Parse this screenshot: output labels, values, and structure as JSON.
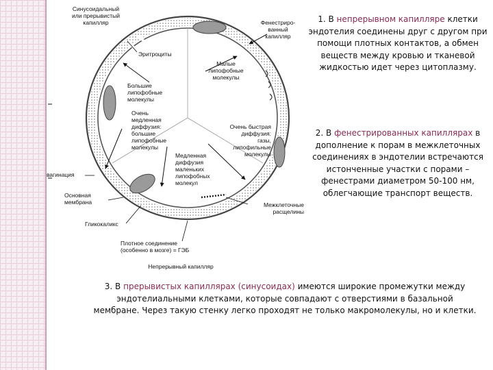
{
  "diagram": {
    "labels": {
      "sinusoidal": "Синусоидальный\nили прерывистый\nкапилляр",
      "fenestrated": "Фенестриро-\nванный\nкапилляр",
      "erythrocytes": "Эритроциты",
      "small_lipophobic": "Малые\nлипофобные\nмолекулы",
      "large_lipophobic": "Большие\nлипофобные\nмолекулы",
      "very_slow": "Очень\nмедленная\nдиффузия:\nбольшие\nлипофобные\nмолекулы",
      "very_fast": "Очень быстрая\nдиффузия:\nгазы,\nлипофильные\nмолекулы",
      "slow": "Медленная\nдиффузия\nмаленьких\nлипофобных\nмолекул",
      "invagination": "вагинация",
      "basement": "Основная\nмембрана",
      "glycocalyx": "Гликокаликс",
      "intercellular": "Межклеточные\nрасщелины",
      "tight_junction": "Плотное соединение\n(особенно в мозге) = ГЭБ",
      "continuous": "Непрерывный капилляр"
    }
  },
  "text": {
    "p1": {
      "prefix": "1. В ",
      "highlight": "непрерывном капилляре",
      "rest": " клетки эндотелия соединены друг с другом при помощи плотных контактов, а обмен веществ между кровью и тканевой жидкостью идет через цитоплазму."
    },
    "p2": {
      "prefix": "2. В ",
      "highlight": "фенестрированных капиллярах",
      "rest": " в дополнение к порам в межклеточных соединениях в эндотелии встречаются истонченные участки с порами – фенестрами диаметром 50-100 нм, облегчающие транспорт веществ."
    },
    "p3": {
      "prefix": "3. В ",
      "highlight": "прерывистых капиллярах (синусоидах)",
      "rest": " имеются широкие промежутки между эндотелиальными клетками, которые совпадают с отверстиями в базальной мембране. Через такую стенку легко проходят не только макромолекулы, но и клетки."
    }
  },
  "colors": {
    "highlight": "#8a2a55",
    "strip": "#f7eef3",
    "rule": "#c89ab4",
    "wall": "#444444",
    "cell_fill": "#9a9a9a"
  }
}
